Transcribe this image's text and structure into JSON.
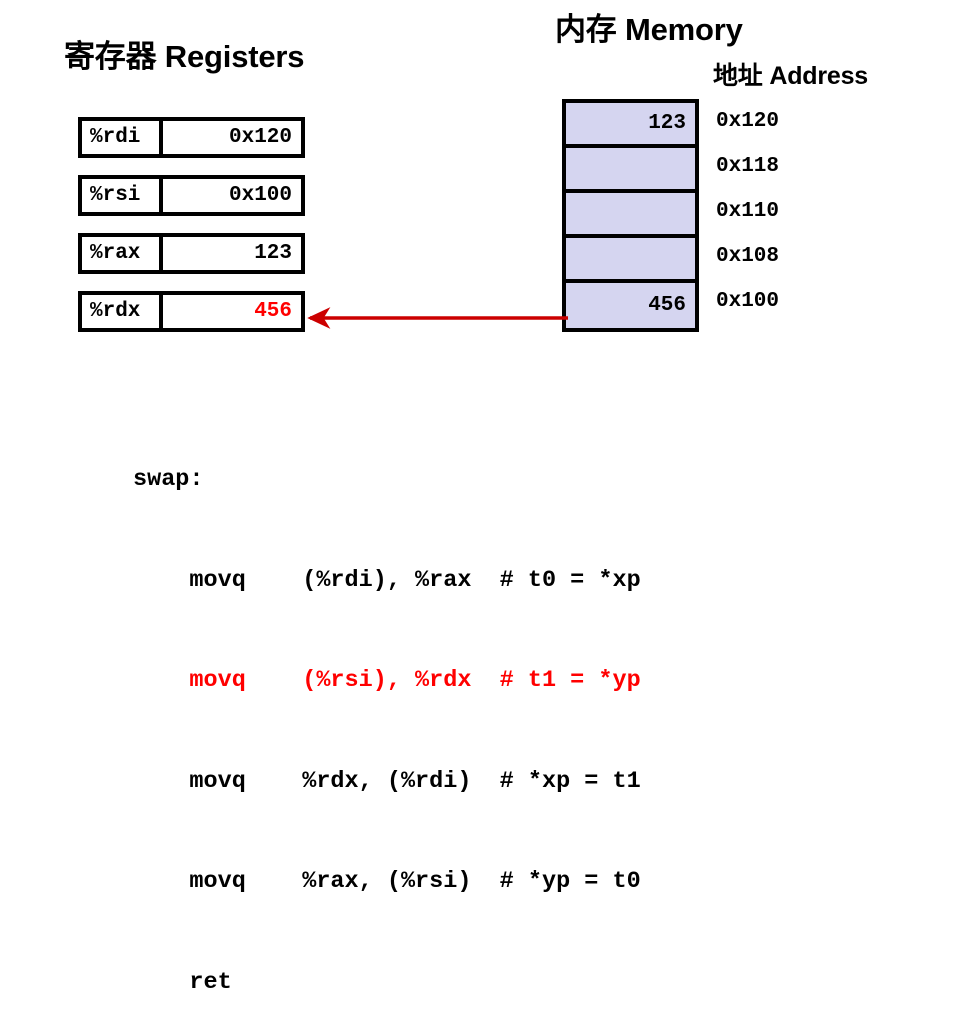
{
  "titles": {
    "registers": "寄存器 Registers",
    "memory": "内存 Memory",
    "address": "地址 Address"
  },
  "colors": {
    "highlight_red": "#ff0000",
    "memory_fill": "#d5d5f0",
    "border": "#000000",
    "text": "#000000"
  },
  "registers": {
    "rows": [
      {
        "name": "%rdi",
        "value": "0x120",
        "highlight": false
      },
      {
        "name": "%rsi",
        "value": "0x100",
        "highlight": false
      },
      {
        "name": "%rax",
        "value": "123",
        "highlight": false
      },
      {
        "name": "%rdx",
        "value": "456",
        "highlight": true
      }
    ]
  },
  "memory": {
    "cells": [
      {
        "value": "123",
        "address": "0x120"
      },
      {
        "value": "",
        "address": "0x118"
      },
      {
        "value": "",
        "address": "0x110"
      },
      {
        "value": "",
        "address": "0x108"
      },
      {
        "value": "456",
        "address": "0x100"
      }
    ]
  },
  "arrow": {
    "from": "memory-cell-0x100",
    "to": "register-rdx",
    "color": "#cc0000"
  },
  "assembly": {
    "lines": [
      {
        "text": "swap:",
        "highlight": false
      },
      {
        "text": "    movq    (%rdi), %rax  # t0 = *xp",
        "highlight": false
      },
      {
        "text": "    movq    (%rsi), %rdx  # t1 = *yp",
        "highlight": true
      },
      {
        "text": "    movq    %rdx, (%rdi)  # *xp = t1",
        "highlight": false
      },
      {
        "text": "    movq    %rax, (%rsi)  # *yp = t0",
        "highlight": false
      },
      {
        "text": "    ret",
        "highlight": false
      }
    ]
  }
}
